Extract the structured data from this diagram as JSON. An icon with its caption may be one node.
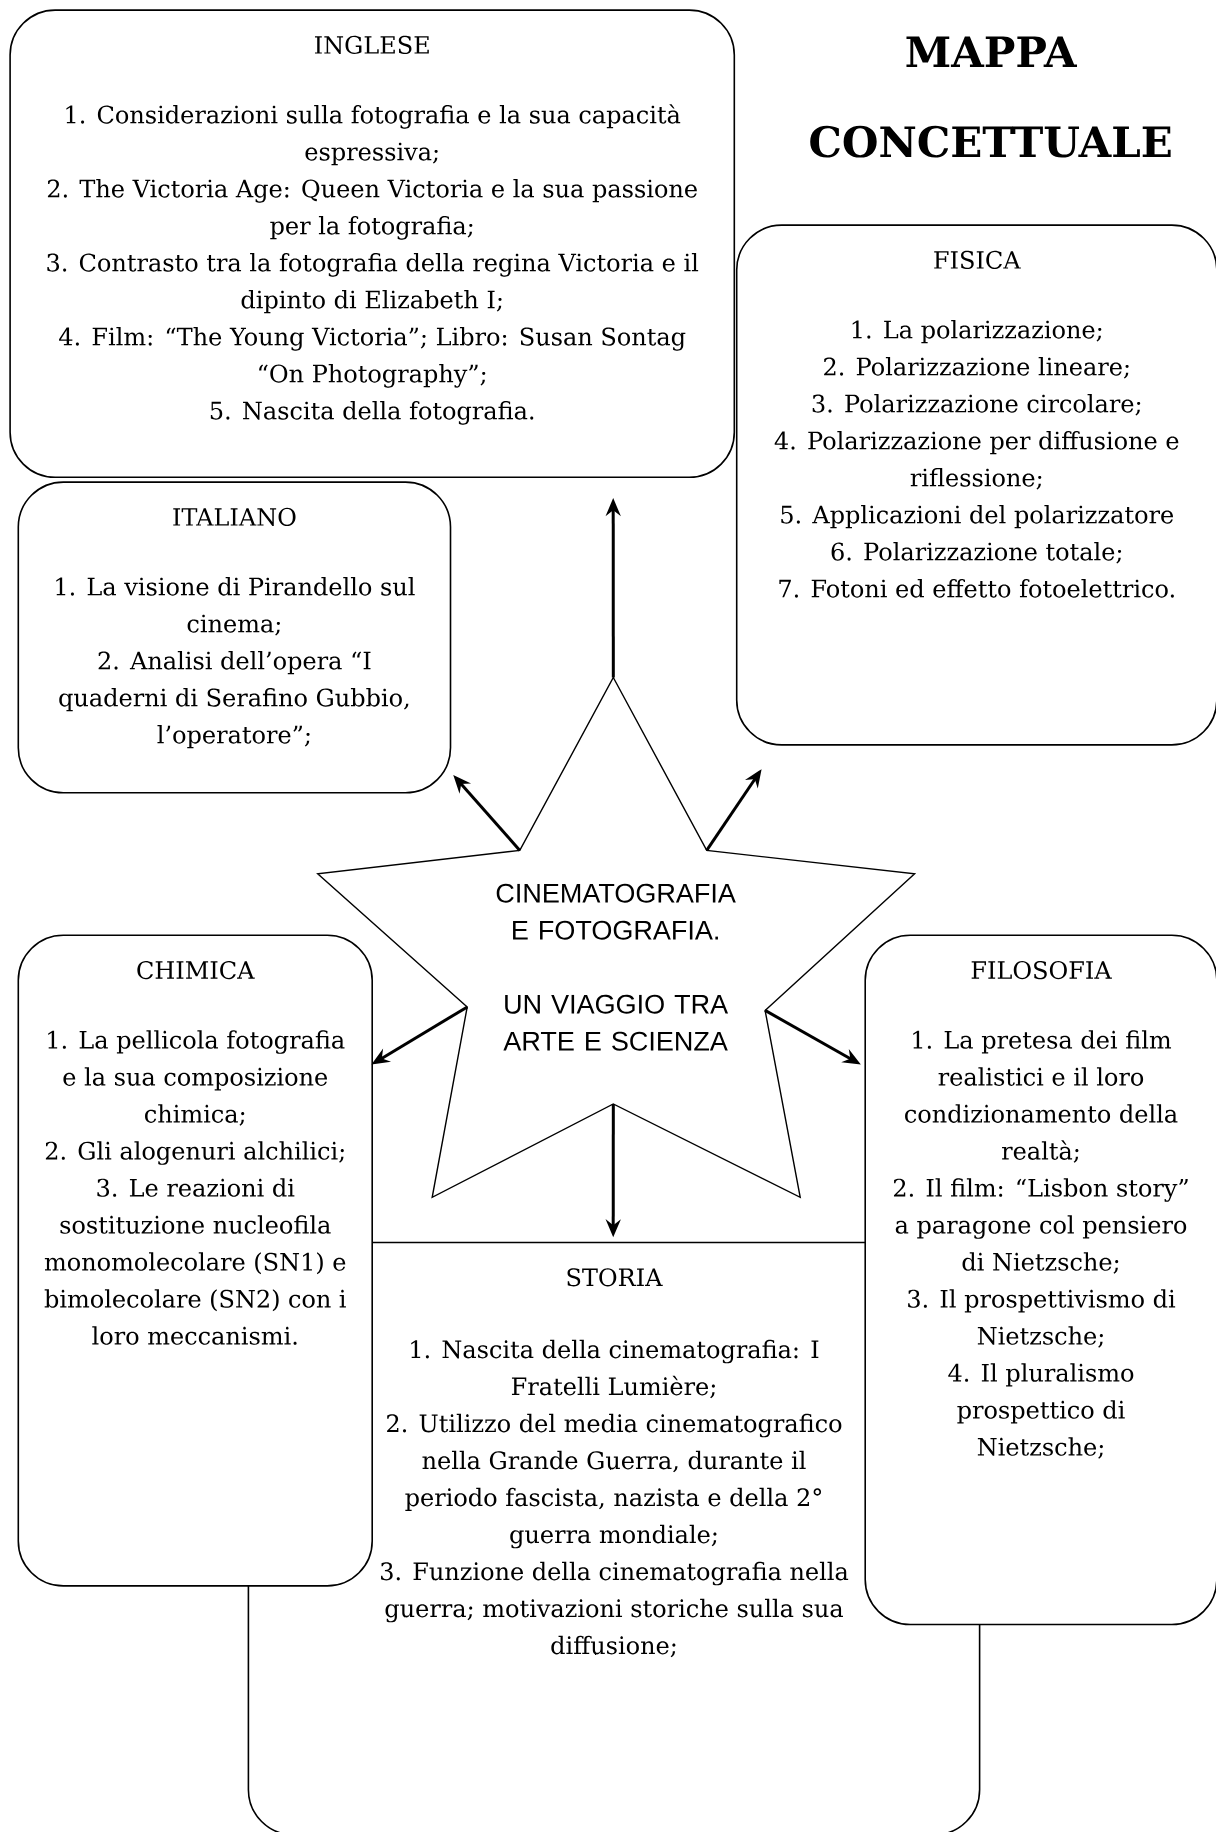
{
  "diagram": {
    "title": "MAPPA CONCETTUALE",
    "nodes": [
      {
        "text": [
          "CINEMATOGRAFIA E FOTOGRAFIA.",
          "UN VIAGGIO TRA ARTE E SCIENZA"
        ]
      },
      {
        "text": [
          "INGLESE",
          "1. Considerazioni sulla fotografia e la sua capacità espressiva;",
          "2. The Victoria Age: Queen Victoria e la sua passione per la fotografia;",
          "3. Contrasto tra la fotografia della regina Victoria e il dipinto di Elizabeth I;",
          "4. Film: “The Young Victoria”; Libro: Susan Sontag “On Photography”;",
          "5. Nascita della fotografia."
        ]
      },
      {
        "text": [
          "FISICA",
          "1. La polarizzazione;",
          "2. Polarizzazione lineare;",
          "3. Polarizzazione circolare;",
          "4. Polarizzazione per diffusione e riflessione;",
          "5. Applicazioni del polarizzatore",
          "6. Polarizzazione totale;",
          "7. Fotoni ed effetto fotoelettrico."
        ]
      },
      {
        "text": [
          "ITALIANO",
          "1. La visione di Pirandello sul cinema;",
          "2. Analisi dell’opera “I quaderni di Serafino Gubbio, l’operatore”;"
        ]
      },
      {
        "text": [
          "CHIMICA",
          "1. La pellicola fotografia e la sua composizione chimica;",
          "2. Gli alogenuri alchilici;",
          "3. Le reazioni di sostituzione nucleofila monomolecolare (SN1) e bimolecolare (SN2) con i loro meccanismi."
        ]
      },
      {
        "text": [
          "FILOSOFIA",
          "1. La pretesa dei film realistici e il loro condizionamento della realtà;",
          "2. Il film: “Lisbon story” a paragone col pensiero di Nietzsche;",
          "3. Il prospettivismo di Nietzsche;",
          "4. Il pluralismo prospettico di Nietzsche;"
        ]
      },
      {
        "text": [
          "STORIA",
          "1. Nascita della cinematografia: I Fratelli Lumière;",
          "2. Utilizzo del media cinematografico nella Grande Guerra, durante il periodo fascista, nazista e della 2° guerra mondiale;",
          "3. Funzione della cinematografia nella guerra; motivazioni storiche sulla sua diffusione;"
        ]
      }
    ],
    "edges": [
      {
        "from": 0,
        "to": 1,
        "arrow": "to"
      },
      {
        "from": 0,
        "to": 3,
        "arrow": "to"
      },
      {
        "from": 0,
        "to": 2,
        "arrow": "to"
      },
      {
        "from": 0,
        "to": 4,
        "arrow": "to"
      },
      {
        "from": 0,
        "to": 5,
        "arrow": "to"
      },
      {
        "from": 0,
        "to": 6,
        "arrow": "to"
      }
    ]
  }
}
